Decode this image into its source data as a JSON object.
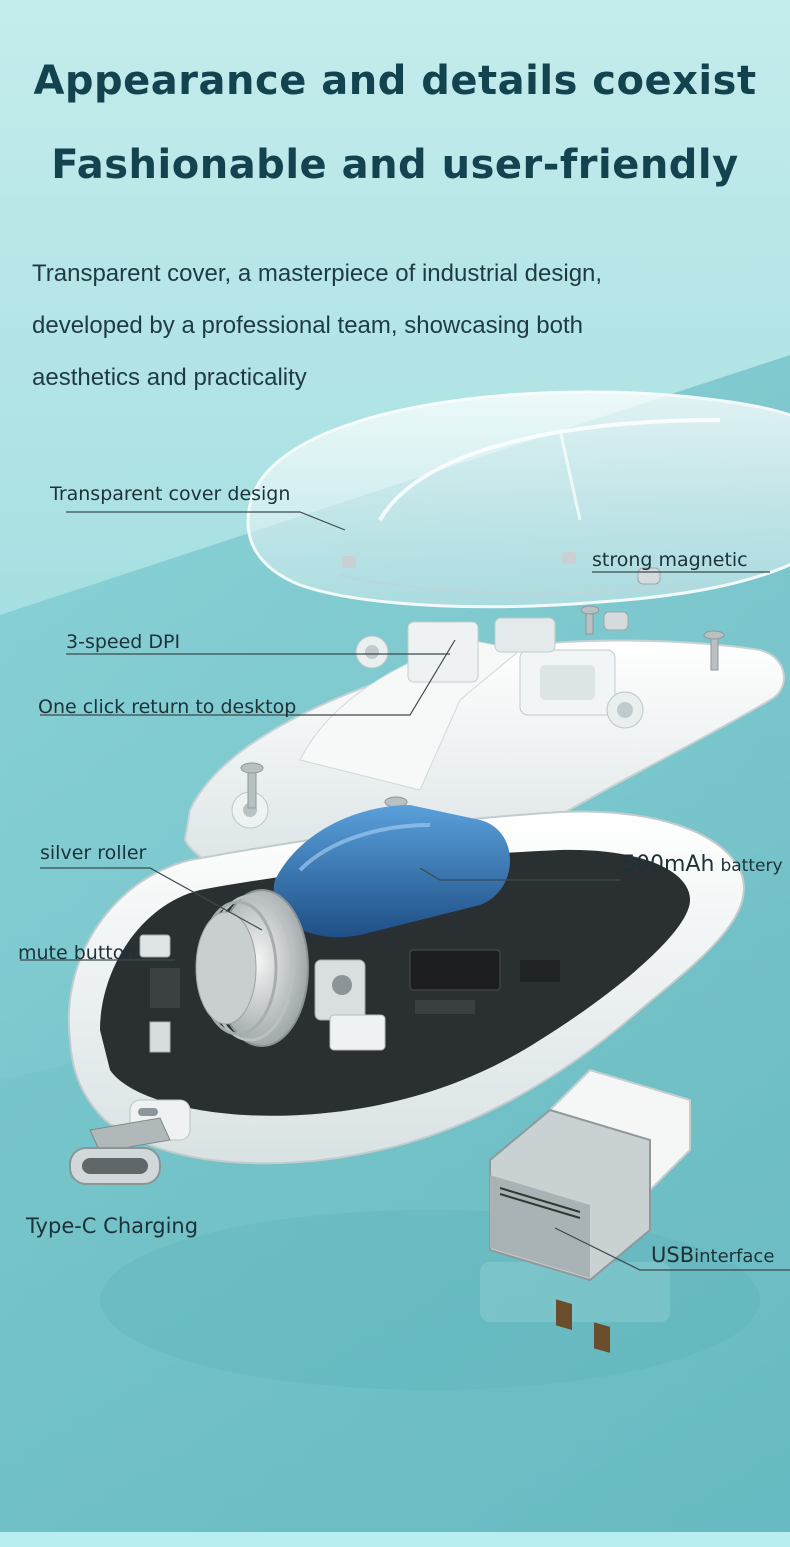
{
  "headline": {
    "line1": "Appearance and details coexist",
    "line2": "Fashionable and user-friendly"
  },
  "intro": {
    "line1": "Transparent cover, a masterpiece of industrial design,",
    "line2": "developed by a professional team, showcasing both",
    "line3": "aesthetics and practicality"
  },
  "callouts": {
    "transparent_cover": "Transparent cover design",
    "strong_magnetic": "strong magnetic",
    "dpi": "3-speed DPI",
    "desktop": "One click return to desktop",
    "roller": "silver roller",
    "battery_value": "500mAh",
    "battery_word": "battery",
    "mute": "mute button",
    "typec": "Type-C Charging",
    "usb_main": "USB",
    "usb_sub": "interface"
  },
  "colors": {
    "background_light": "#cfeeee",
    "background_teal": "#79c9cf",
    "headline": "#12434f",
    "battery_blue": "#2f6fb0",
    "shell_white": "#f4f6f6"
  },
  "icons": [
    "mouse-exploded-illustration",
    "usb-receiver-illustration",
    "type-c-port-illustration"
  ]
}
